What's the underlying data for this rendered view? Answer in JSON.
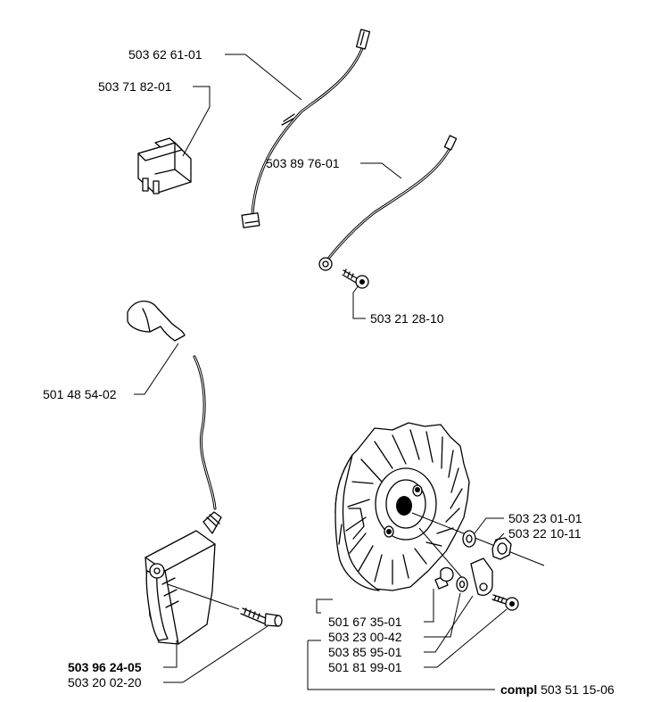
{
  "labels": {
    "wire_top": "503 62 61-01",
    "switch": "503 71 82-01",
    "wire_ground": "503 89 76-01",
    "screw_ground": "503 21 28-10",
    "plug_cap": "501 48 54-02",
    "washer_1": "503 23 01-01",
    "nut": "503 22 10-11",
    "key": "501 67 35-01",
    "washer_2": "503 23 00-42",
    "pawl": "503 85 95-01",
    "screw_pawl": "501 81 99-01",
    "ignition_module": "503 96 24-05",
    "screw_module": "503 20 02-20",
    "compl_prefix": "compl",
    "compl_number": "503 51 15-06"
  }
}
